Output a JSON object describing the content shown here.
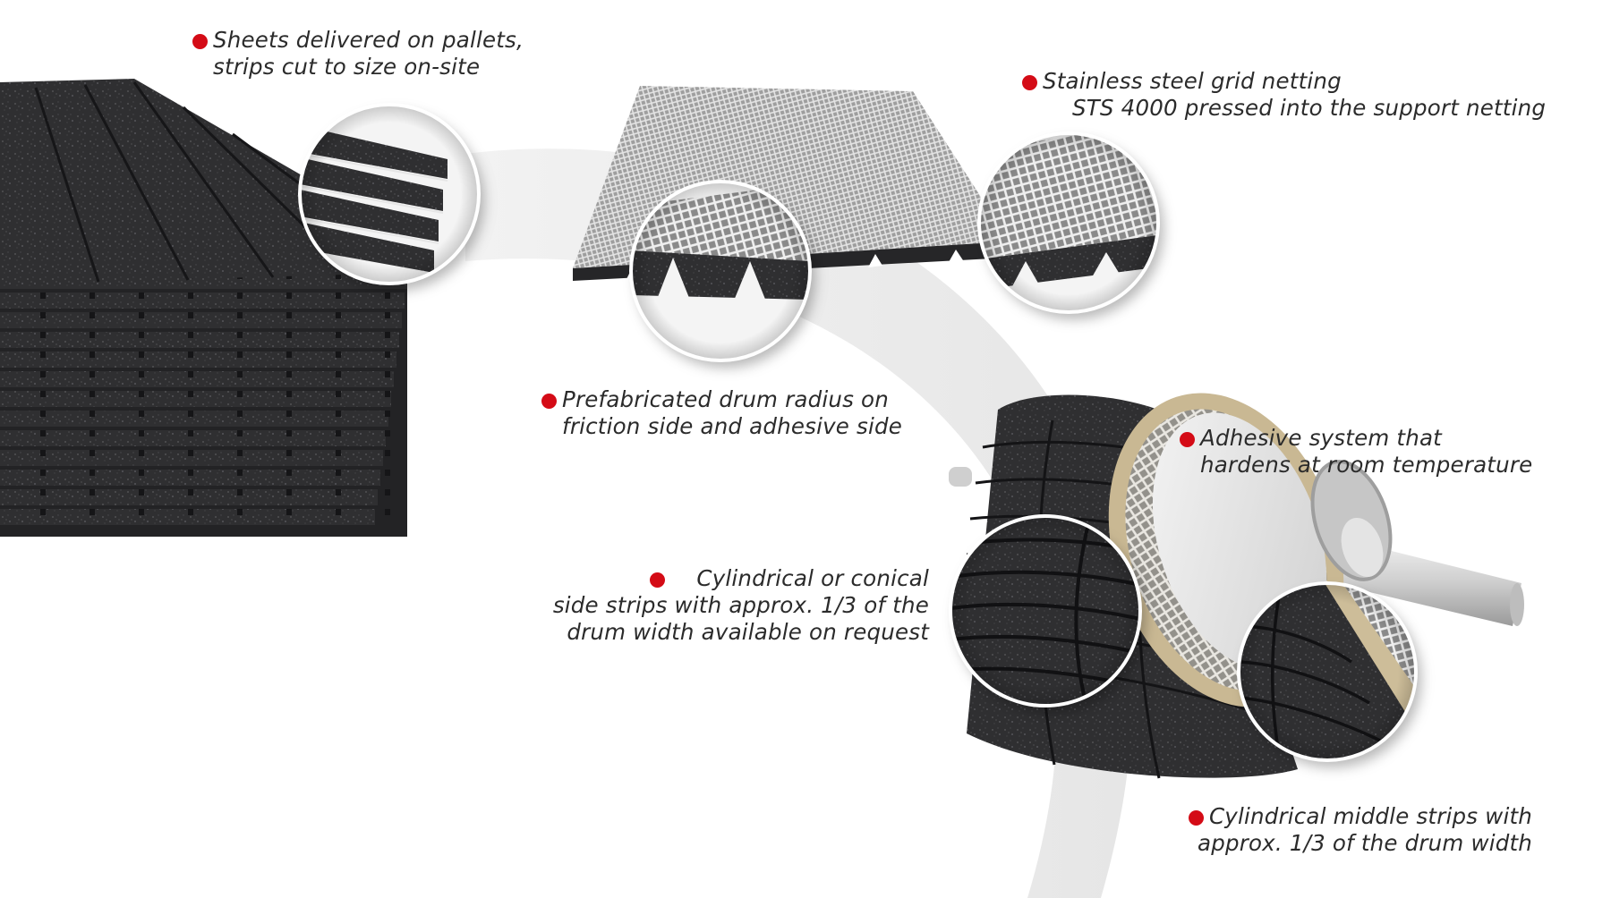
{
  "colors": {
    "bullet": "#d40b16",
    "rubber": "#2e2e30",
    "rubber_dark": "#1c1c1e",
    "steel": "#b9b9b9",
    "adhesive": "#c8b792",
    "arc": "#ececec"
  },
  "callouts": {
    "sheets": {
      "lines": [
        "Sheets delivered on pallets,",
        "strips cut to size on-site"
      ]
    },
    "steel_grid": {
      "lines": [
        "Stainless steel grid netting",
        "STS 4000 pressed into the support netting"
      ]
    },
    "drum_radius": {
      "lines": [
        "Prefabricated drum radius on",
        "friction side and adhesive side"
      ]
    },
    "adhesive": {
      "lines": [
        "Adhesive system that",
        "hardens at room temperature"
      ]
    },
    "side_strips": {
      "lines": [
        "Cylindrical or conical",
        "side strips with approx. 1/3 of the",
        "drum width available on request"
      ]
    },
    "middle_strips": {
      "lines": [
        "Cylindrical middle strips with",
        "approx. 1/3 of the drum width"
      ]
    }
  }
}
